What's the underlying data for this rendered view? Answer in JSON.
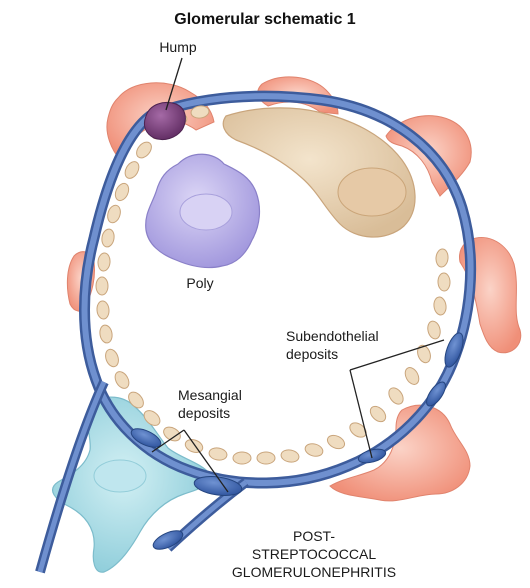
{
  "title": "Glomerular schematic 1",
  "labels": {
    "hump": "Hump",
    "poly": "Poly",
    "subendothelial_line1": "Subendothelial",
    "subendothelial_line2": "deposits",
    "mesangial_line1": "Mesangial",
    "mesangial_line2": "deposits",
    "caption_line1": "POST-",
    "caption_line2": "STREPTOCOCCAL",
    "caption_line3": "GLOMERULONEPHRITIS"
  },
  "colors": {
    "basement_membrane": "#5b7fc0",
    "basement_membrane_dark": "#3d5c9c",
    "endothelial_cells": "#e8d3b4",
    "podocytes": "#f4a592",
    "neutrophil": "#b9b1e6",
    "hump_deposit": "#7a3f7c",
    "mesangial_cell": "#a9dde6",
    "immune_deposits": "#3f67b4"
  }
}
